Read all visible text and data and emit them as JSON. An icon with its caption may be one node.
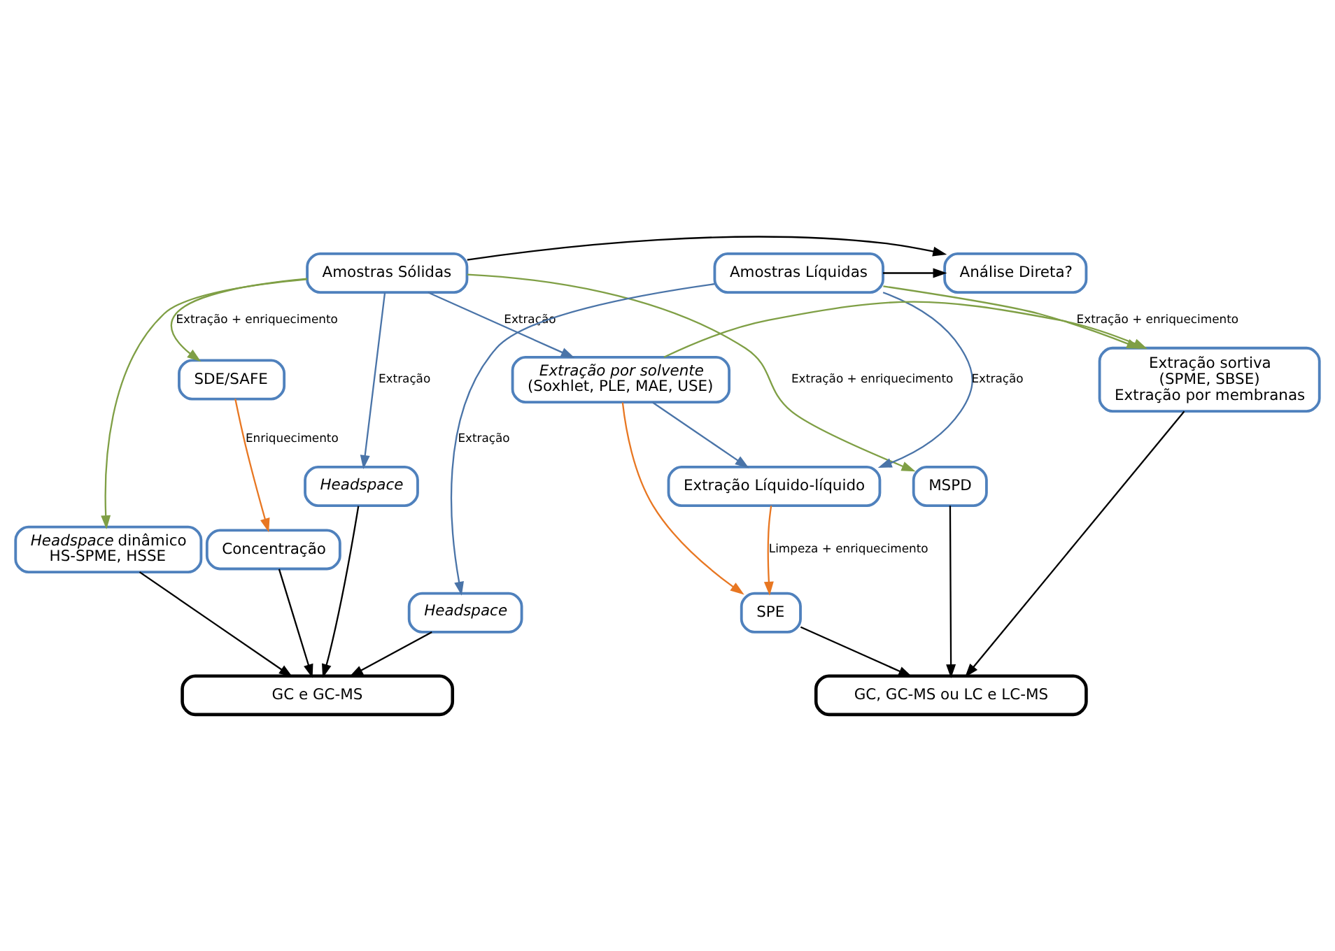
{
  "diagram": {
    "nodes": [
      {
        "text": [
          "Amostras Sólidas"
        ]
      },
      {
        "text": [
          "Análise Direta?"
        ]
      },
      {
        "text": [
          "Amostras Líquidas"
        ]
      },
      {
        "text": [
          "SDE/SAFE"
        ]
      },
      {
        "text": [
          "Extração por solvente",
          "(Soxhlet, PLE, MAE, USE)"
        ]
      },
      {
        "text": [
          "Extração sortiva",
          "(SPME, SBSE)",
          "Extração por membranas"
        ]
      },
      {
        "text": [
          "Headspace"
        ]
      },
      {
        "text": [
          "MSPD"
        ]
      },
      {
        "text": [
          "Extração Líquido-líquido"
        ]
      },
      {
        "text": [
          "*Headspace* dinâmico",
          "HS-SPME, HSSE"
        ]
      },
      {
        "text": [
          "Concentração"
        ]
      },
      {
        "text": [
          "SPE"
        ]
      },
      {
        "text": [
          "Headspace"
        ]
      },
      {
        "text": [
          "GC e GC-MS"
        ]
      },
      {
        "text": [
          "GC, GC-MS ou LC e LC-MS"
        ]
      }
    ],
    "edges": [
      {
        "from": 0,
        "to": 1,
        "arrow": "to"
      },
      {
        "from": 2,
        "to": 1,
        "arrow": "to"
      },
      {
        "from": 0,
        "to": 3,
        "arrow": "to",
        "label": "Extração + enriquecimento",
        "color": "#7f9f45"
      },
      {
        "from": 0,
        "to": 6,
        "arrow": "to",
        "label": "Extração",
        "color": "#4a74a8"
      },
      {
        "from": 0,
        "to": 9,
        "arrow": "to",
        "color": "#7f9f45"
      },
      {
        "from": 0,
        "to": 7,
        "arrow": "to",
        "label": "Extração + enriquecimento",
        "color": "#7f9f45"
      },
      {
        "from": 0,
        "to": 4,
        "arrow": "to",
        "label": "Extração",
        "color": "#4a74a8"
      },
      {
        "from": 2,
        "to": 8,
        "arrow": "to",
        "label": "Extração",
        "color": "#4a74a8"
      },
      {
        "from": 2,
        "to": 12,
        "arrow": "to",
        "label": "Extração",
        "color": "#4a74a8"
      },
      {
        "from": 2,
        "to": 5,
        "arrow": "to",
        "label": "Extração + enriquecimento",
        "color": "#7f9f45"
      },
      {
        "from": 4,
        "to": 5,
        "arrow": "to",
        "color": "#7f9f45"
      },
      {
        "from": 4,
        "to": 8,
        "arrow": "to",
        "color": "#4a74a8"
      },
      {
        "from": 4,
        "to": 11,
        "arrow": "to",
        "color": "#e87722"
      },
      {
        "from": 3,
        "to": 10,
        "arrow": "to",
        "label": "Enriquecimento",
        "color": "#e87722"
      },
      {
        "from": 8,
        "to": 11,
        "arrow": "to",
        "label": "Limpeza + enriquecimento",
        "color": "#e87722"
      },
      {
        "from": 6,
        "to": 13,
        "arrow": "to"
      },
      {
        "from": 10,
        "to": 13,
        "arrow": "to"
      },
      {
        "from": 9,
        "to": 13,
        "arrow": "to"
      },
      {
        "from": 12,
        "to": 13,
        "arrow": "to"
      },
      {
        "from": 7,
        "to": 14,
        "arrow": "to"
      },
      {
        "from": 11,
        "to": 14,
        "arrow": "to"
      },
      {
        "from": 5,
        "to": 14,
        "arrow": "to"
      }
    ]
  }
}
